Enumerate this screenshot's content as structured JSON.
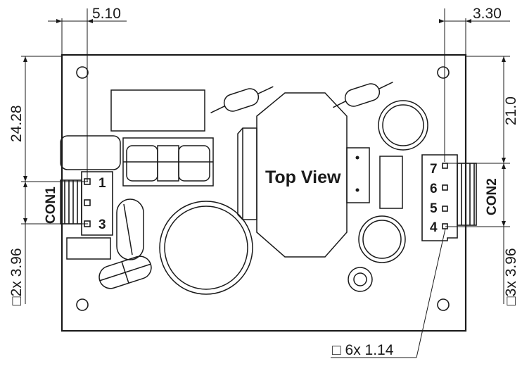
{
  "board": {
    "label": "Top View"
  },
  "dimensions": {
    "con1_offset": "5.10",
    "con2_offset": "3.30",
    "left_height": "24.28",
    "right_height": "21.0",
    "con1_pitch": "□2x 3.96",
    "con2_pitch": "□3x 3.96",
    "pin_size": "□ 6x 1.14"
  },
  "connectors": {
    "con1": {
      "name": "CON1",
      "pins": [
        "1",
        "3"
      ]
    },
    "con2": {
      "name": "CON2",
      "pins": [
        "7",
        "6",
        "5",
        "4"
      ]
    }
  }
}
